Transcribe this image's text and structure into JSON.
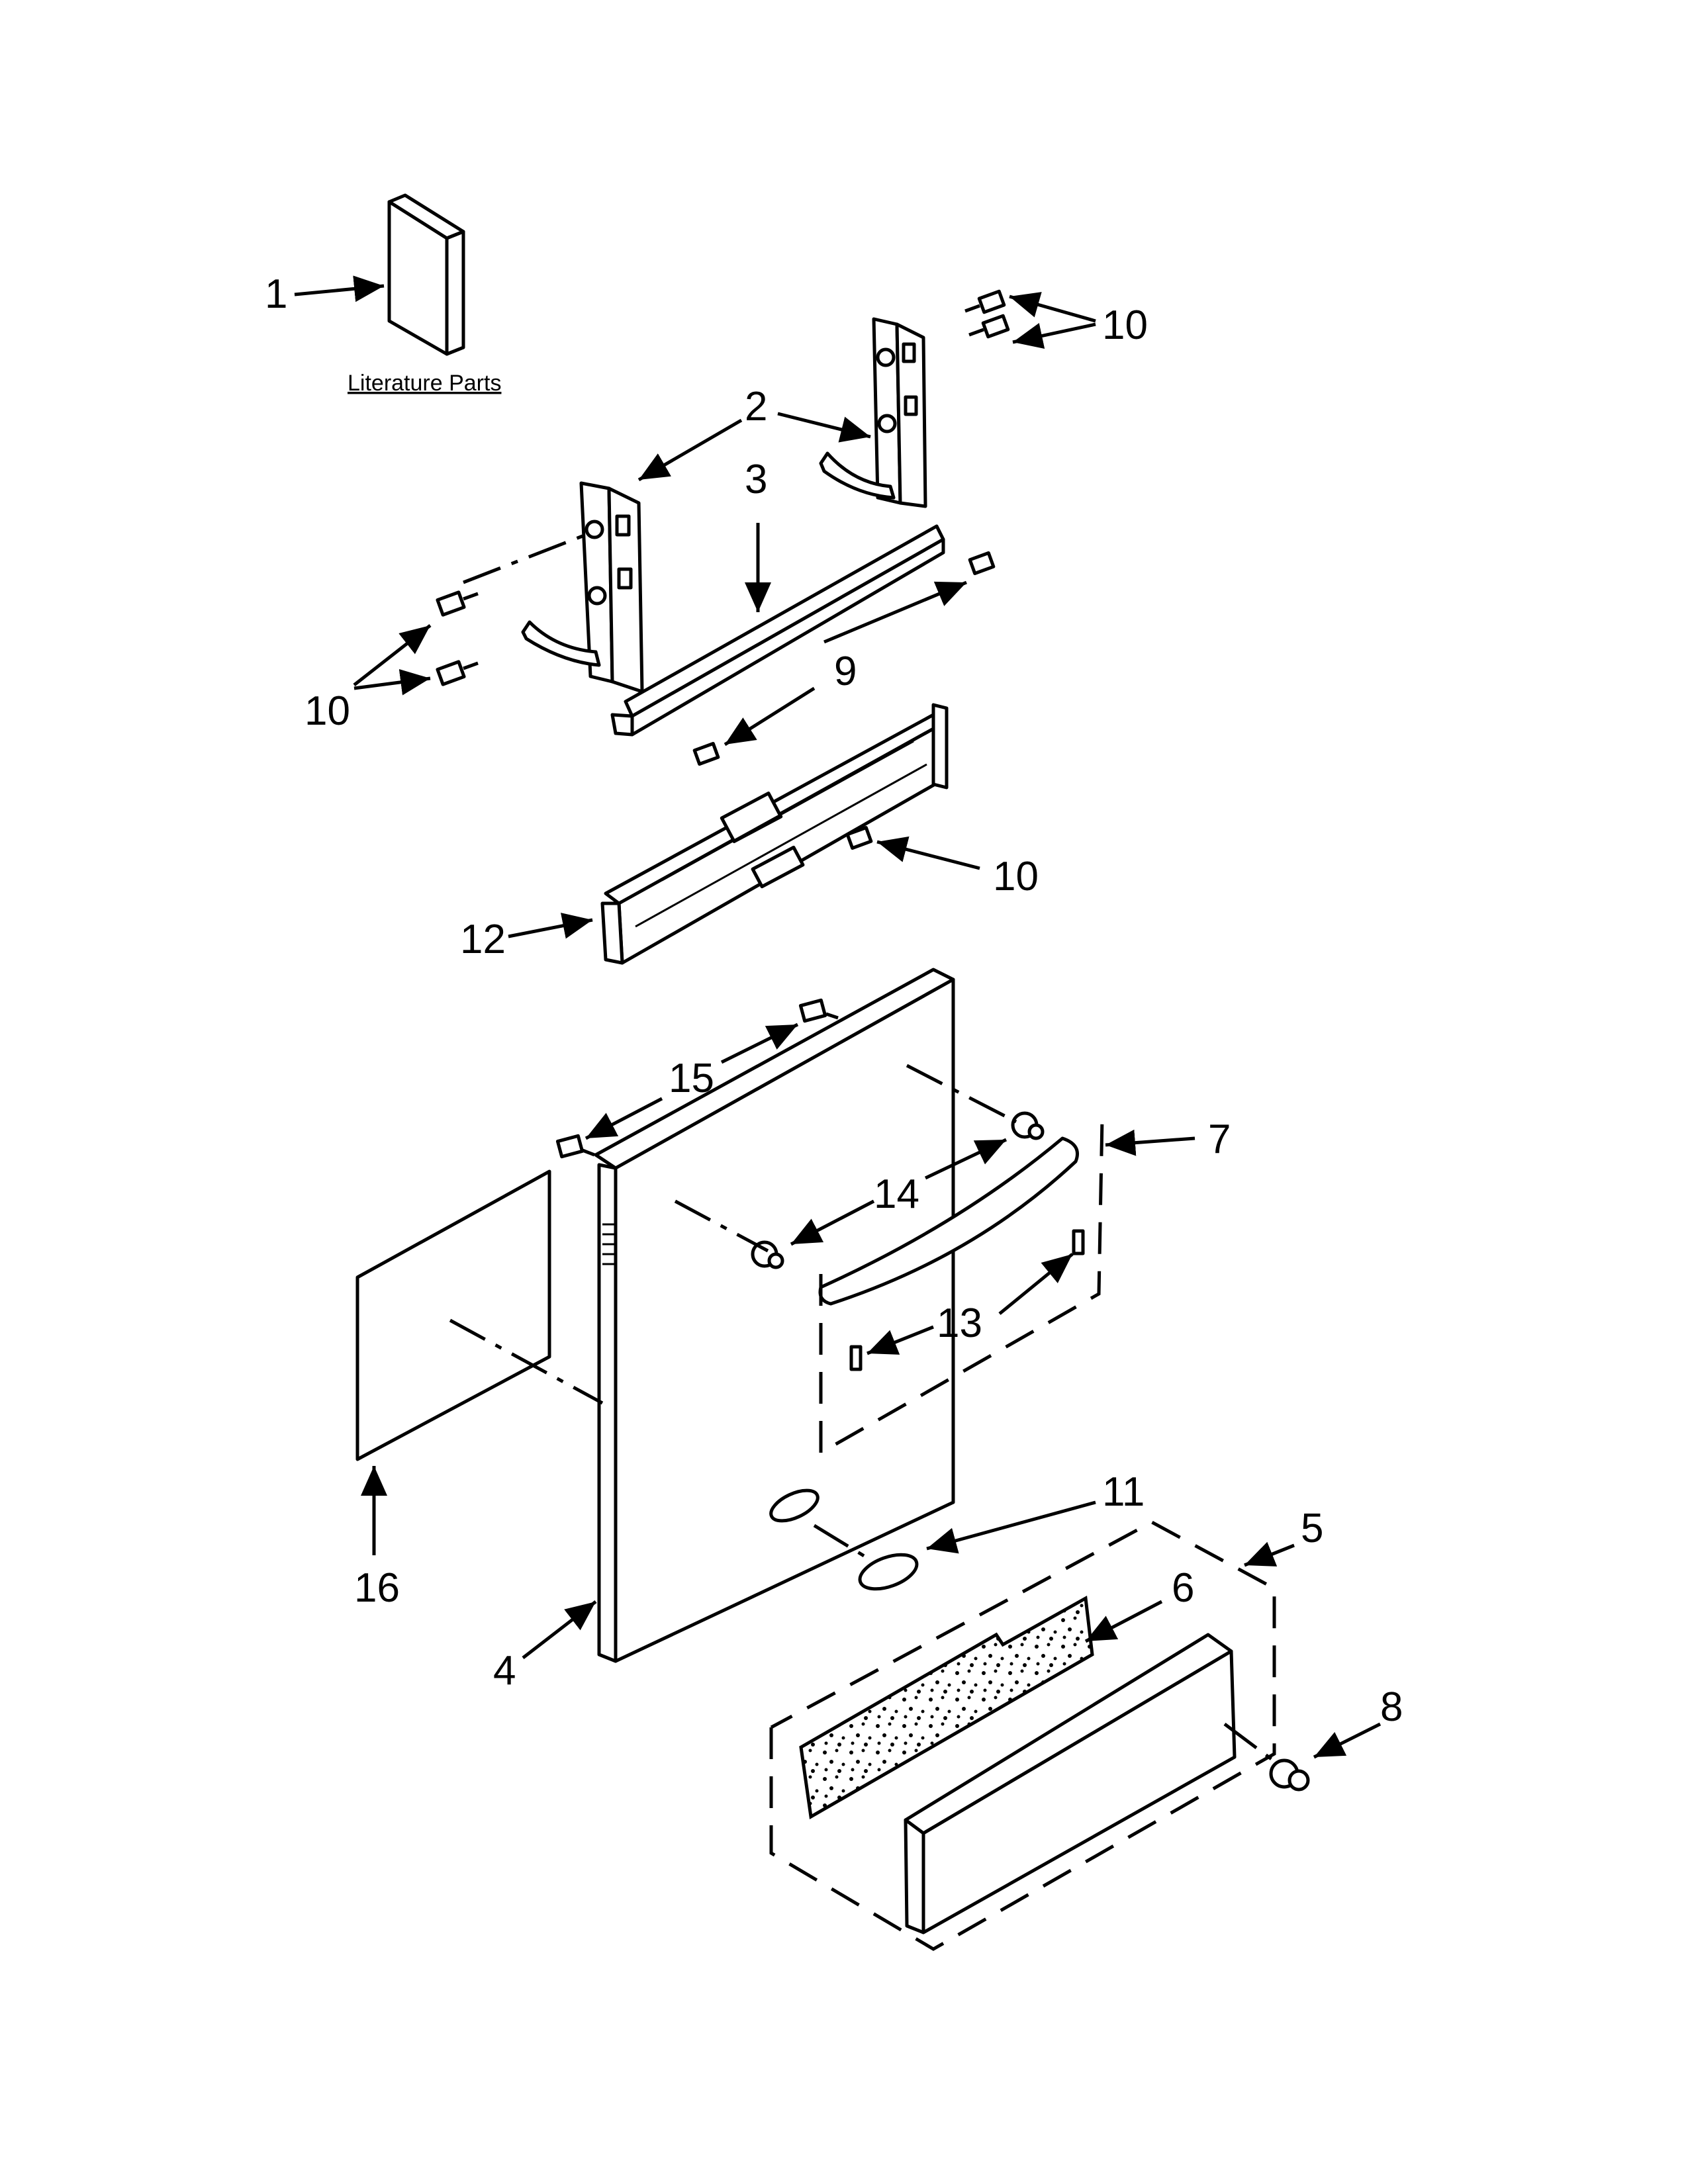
{
  "diagram": {
    "caption": "Literature Parts",
    "callouts": [
      {
        "id": "c1",
        "label": "1"
      },
      {
        "id": "c2",
        "label": "2"
      },
      {
        "id": "c3",
        "label": "3"
      },
      {
        "id": "c4",
        "label": "4"
      },
      {
        "id": "c5",
        "label": "5"
      },
      {
        "id": "c6",
        "label": "6"
      },
      {
        "id": "c7",
        "label": "7"
      },
      {
        "id": "c8",
        "label": "8"
      },
      {
        "id": "c9",
        "label": "9"
      },
      {
        "id": "c10a",
        "label": "10"
      },
      {
        "id": "c10b",
        "label": "10"
      },
      {
        "id": "c10c",
        "label": "10"
      },
      {
        "id": "c11",
        "label": "11"
      },
      {
        "id": "c12",
        "label": "12"
      },
      {
        "id": "c13",
        "label": "13"
      },
      {
        "id": "c14",
        "label": "14"
      },
      {
        "id": "c15",
        "label": "15"
      },
      {
        "id": "c16",
        "label": "16"
      }
    ]
  }
}
